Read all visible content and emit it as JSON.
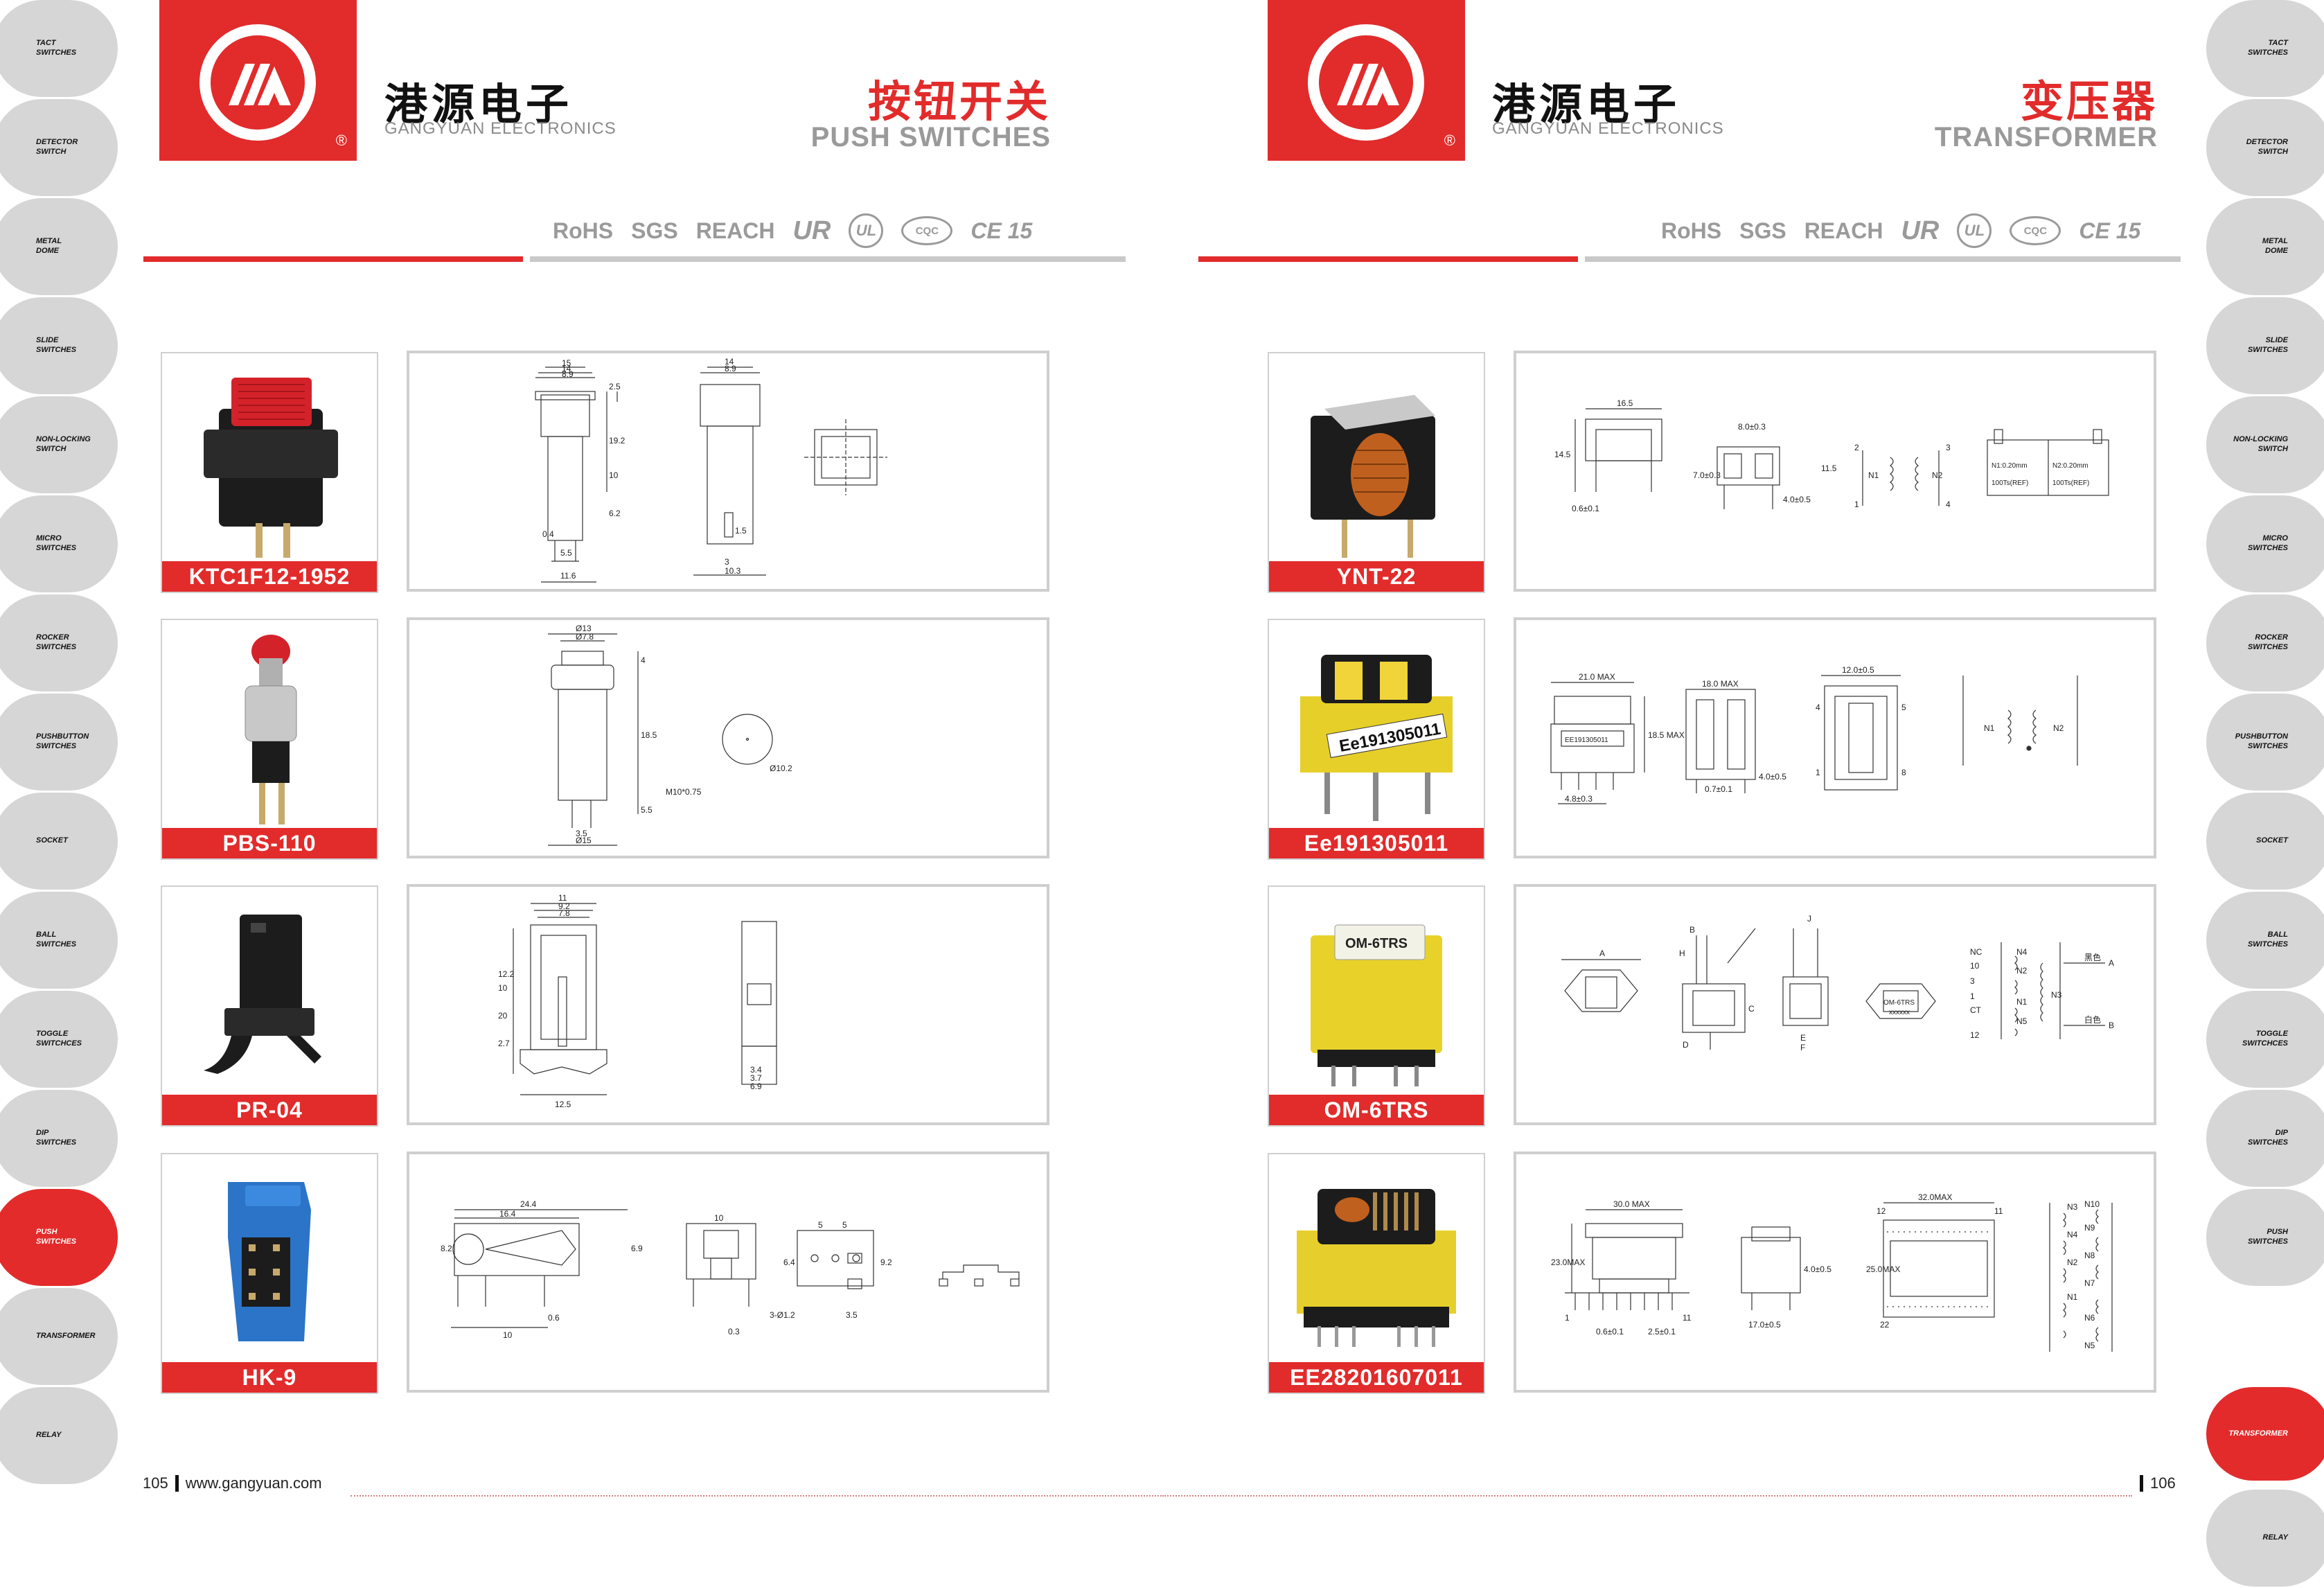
{
  "brand": {
    "name_cn": "港源电子",
    "name_en": "GANGYUAN ELECTRONICS",
    "registered": "®",
    "colors": {
      "accent": "#e22b2b",
      "tab": "#d6d6d6",
      "text_gray": "#9a9a9a"
    }
  },
  "certifications": [
    "RoHS",
    "SGS",
    "REACH",
    "UR",
    "UL",
    "CQC",
    "CE 15"
  ],
  "left_page": {
    "title_cn": "按钮开关",
    "title_en": "PUSH SWITCHES",
    "page_number": "105",
    "website": "www.gangyuan.com",
    "products": [
      {
        "model": "KTC1F12-1952",
        "dims": [
          "15",
          "14",
          "8.9",
          "2.5",
          "19.2",
          "10",
          "6.2",
          "0.4",
          "5.5",
          "11.6",
          "14",
          "8.9",
          "1.5",
          "3",
          "10.3"
        ]
      },
      {
        "model": "PBS-110",
        "dims": [
          "Ø13",
          "Ø7.8",
          "4",
          "18.5",
          "M10*0.75",
          "5.5",
          "3.5",
          "Ø15",
          "Ø10.2"
        ]
      },
      {
        "model": "PR-04",
        "dims": [
          "11",
          "9.2",
          "7.8",
          "12.2",
          "10",
          "20",
          "2.7",
          "12.5",
          "3.4",
          "3.7",
          "6.9"
        ]
      },
      {
        "model": "HK-9",
        "dims": [
          "24.4",
          "16.4",
          "8.2",
          "6.9",
          "10",
          "0.6",
          "10",
          "5",
          "5",
          "6.4",
          "9.2",
          "3-Ø1.2",
          "3.5",
          "0.3"
        ]
      }
    ]
  },
  "right_page": {
    "title_cn": "变压器",
    "title_en": "TRANSFORMER",
    "page_number": "106",
    "products": [
      {
        "model": "YNT-22",
        "dims": [
          "16.5",
          "14.5",
          "0.6±0.1",
          "8.0±0.3",
          "7.0±0.3",
          "4.0±0.5",
          "11.5",
          "2",
          "3",
          "N1",
          "N2",
          "1",
          "4",
          "N1:0.20mm",
          "N2:0.20mm",
          "100Ts(REF)",
          "100Ts(REF)"
        ]
      },
      {
        "model": "Ee191305011",
        "dims": [
          "21.0 MAX",
          "EE191305011",
          "18.5 MAX",
          "4.8±0.3",
          "18.0 MAX",
          "0.7±0.1",
          "4.0±0.5",
          "12.0±0.5",
          "4",
          "5",
          "1",
          "8",
          "N1",
          "N2"
        ]
      },
      {
        "model": "OM-6TRS",
        "dims": [
          "A",
          "B",
          "C",
          "D",
          "E",
          "F",
          "H",
          "J",
          "NC",
          "N4",
          "10",
          "N2",
          "3",
          "1",
          "N1",
          "CT",
          "N5",
          "12",
          "N3",
          "A",
          "B",
          "OM-6TRS",
          "xxxxxx",
          "黑色",
          "白色"
        ]
      },
      {
        "model": "EE28201607011",
        "dims": [
          "30.0 MAX",
          "23.0MAX",
          "0.6±0.1",
          "2.5±0.1",
          "1",
          "11",
          "17.0±0.5",
          "4.0±0.5",
          "32.0MAX",
          "25.0MAX",
          "12",
          "11",
          "22",
          "N3",
          "N9",
          "N4",
          "N8",
          "N2",
          "N7",
          "N1",
          "N6",
          "N5",
          "N10"
        ]
      }
    ]
  },
  "side_tabs": [
    {
      "label": "TACT\nSWITCHES"
    },
    {
      "label": "DETECTOR\nSWITCH"
    },
    {
      "label": "METAL\nDOME"
    },
    {
      "label": "SLIDE\nSWITCHES"
    },
    {
      "label": "NON-LOCKING\nSWITCH"
    },
    {
      "label": "MICRO\nSWITCHES"
    },
    {
      "label": "ROCKER\nSWITCHES"
    },
    {
      "label": "PUSHBUTTON\nSWITCHES"
    },
    {
      "label": "SOCKET"
    },
    {
      "label": "BALL\nSWITCHES"
    },
    {
      "label": "TOGGLE\nSWITCHCES"
    },
    {
      "label": "DIP\nSWITCHES"
    },
    {
      "label": "PUSH\nSWITCHES"
    },
    {
      "label": "TRANSFORMER"
    },
    {
      "label": "RELAY"
    }
  ],
  "active_tab_left": "PUSH\nSWITCHES",
  "active_tab_right": "TRANSFORMER"
}
